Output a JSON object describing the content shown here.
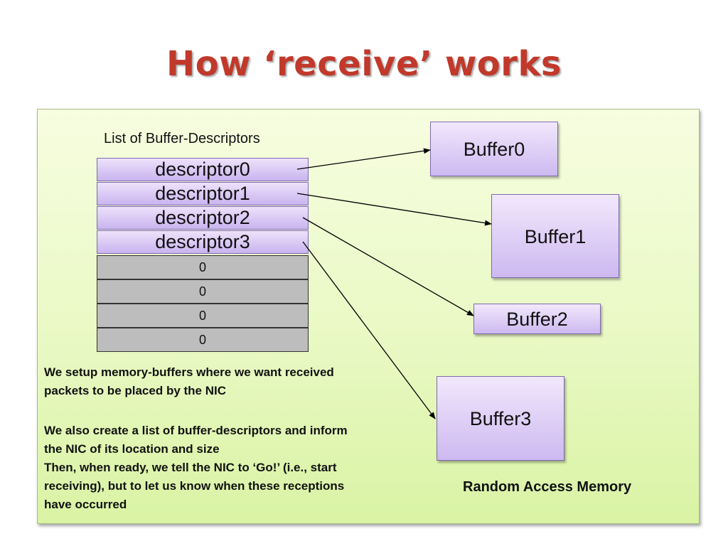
{
  "title": "How ‘receive’ works",
  "list_label": "List of Buffer-Descriptors",
  "descriptors": [
    "descriptor0",
    "descriptor1",
    "descriptor2",
    "descriptor3"
  ],
  "empty_slots": [
    "0",
    "0",
    "0",
    "0"
  ],
  "buffers": [
    "Buffer0",
    "Buffer1",
    "Buffer2",
    "Buffer3"
  ],
  "paragraphs": {
    "p1_line1": "We setup memory-buffers where we want  received",
    "p1_line2": "packets to be placed by the NIC",
    "p2_line1": "We also create a list of buffer-descriptors  and inform",
    "p2_line2": "the NIC of its location and size",
    "p2_line3": "Then, when ready, we tell the NIC to ‘Go!’   (i.e., start",
    "p2_line4": "receiving), but to let us know    when these receptions",
    "p2_line5": "have occurred"
  },
  "ram_label": "Random Access Memory",
  "colors": {
    "title": "#c0392b",
    "descriptor_fill": "#d6c6f3",
    "slot_fill": "#bdbdbd",
    "panel_fill": "#e9f9c4"
  }
}
